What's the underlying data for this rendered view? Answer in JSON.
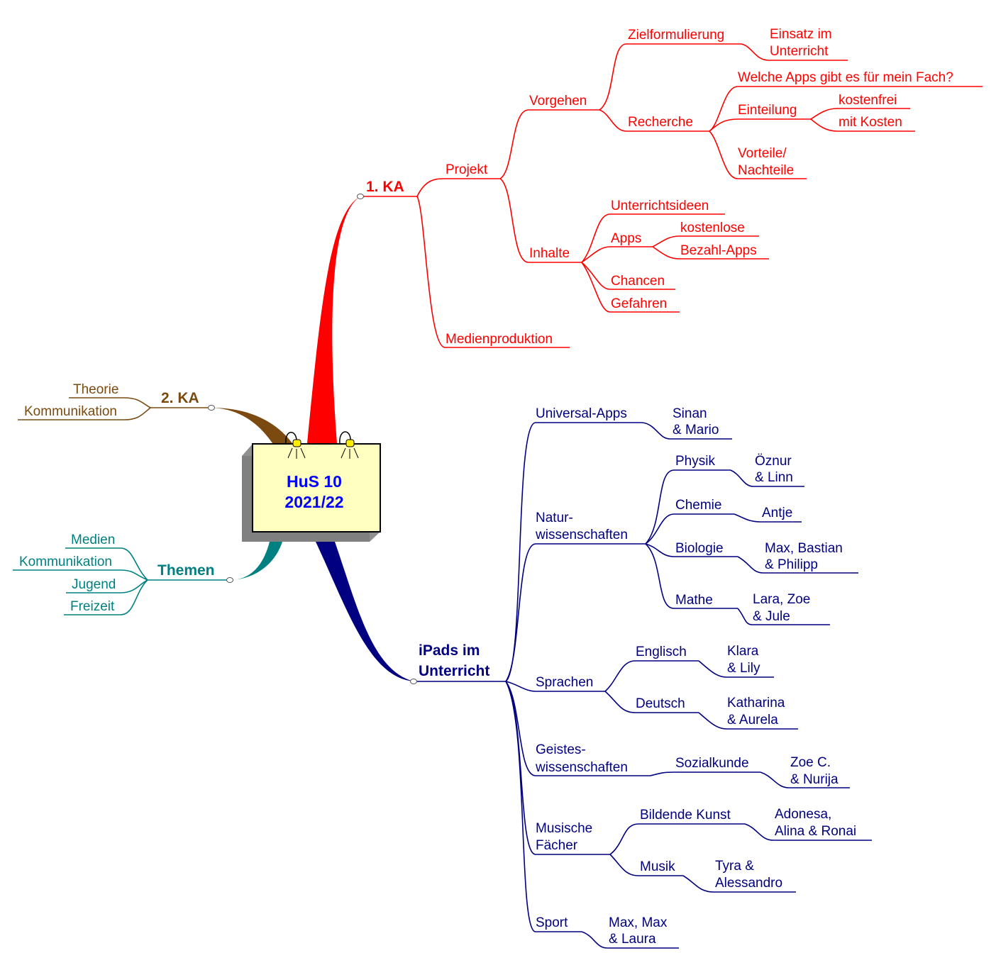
{
  "center": {
    "line1": "HuS 10",
    "line2": "2021/22"
  },
  "colors": {
    "ka1": "#ff0000",
    "ka2": "#7a4a10",
    "themen": "#008080",
    "ipads": "#000080",
    "center_text": "#0000ff",
    "center_fill": "#ffffc0"
  },
  "branches": {
    "ka1": {
      "label": "1. KA",
      "projekt": {
        "label": "Projekt",
        "vorgehen": {
          "label": "Vorgehen",
          "zielformulierung": {
            "label": "Zielformulierung",
            "einsatz": [
              "Einsatz im",
              "Unterricht"
            ]
          },
          "recherche": {
            "label": "Recherche",
            "apps_frage": "Welche Apps gibt es für mein Fach?",
            "einteilung": {
              "label": "Einteilung",
              "kostenfrei": "kostenfrei",
              "mit_kosten": "mit Kosten"
            },
            "vorteile": [
              "Vorteile/",
              "Nachteile"
            ]
          }
        },
        "inhalte": {
          "label": "Inhalte",
          "unterrichtsideen": "Unterrichtsideen",
          "apps": {
            "label": "Apps",
            "kostenlose": "kostenlose",
            "bezahl": "Bezahl-Apps"
          },
          "chancen": "Chancen",
          "gefahren": "Gefahren"
        }
      },
      "medienproduktion": "Medienproduktion"
    },
    "ka2": {
      "label": "2. KA",
      "theorie": "Theorie",
      "kommunikation": "Kommunikation"
    },
    "themen": {
      "label": "Themen",
      "medien": "Medien",
      "kommunikation": "Kommunikation",
      "jugend": "Jugend",
      "freizeit": "Freizeit"
    },
    "ipads": {
      "label": [
        "iPads im",
        "Unterricht"
      ],
      "universal": {
        "label": "Universal-Apps",
        "names": [
          "Sinan",
          "& Mario"
        ]
      },
      "natur": {
        "label": [
          "Natur-",
          "wissenschaften"
        ],
        "physik": {
          "label": "Physik",
          "names": [
            "Öznur",
            "& Linn"
          ]
        },
        "chemie": {
          "label": "Chemie",
          "names": [
            "Antje"
          ]
        },
        "biologie": {
          "label": "Biologie",
          "names": [
            "Max, Bastian",
            "& Philipp"
          ]
        },
        "mathe": {
          "label": "Mathe",
          "names": [
            "Lara, Zoe",
            "& Jule"
          ]
        }
      },
      "sprachen": {
        "label": "Sprachen",
        "englisch": {
          "label": "Englisch",
          "names": [
            "Klara",
            "& Lily"
          ]
        },
        "deutsch": {
          "label": "Deutsch",
          "names": [
            "Katharina",
            "& Aurela"
          ]
        }
      },
      "geistes": {
        "label": [
          "Geistes-",
          "wissenschaften"
        ],
        "sozialkunde": {
          "label": "Sozialkunde",
          "names": [
            "Zoe C.",
            "& Nurija"
          ]
        }
      },
      "musische": {
        "label": [
          "Musische",
          "Fächer"
        ],
        "bildende": {
          "label": "Bildende Kunst",
          "names": [
            "Adonesa,",
            "Alina & Ronai"
          ]
        },
        "musik": {
          "label": "Musik",
          "names": [
            "Tyra &",
            "Alessandro"
          ]
        }
      },
      "sport": {
        "label": "Sport",
        "names": [
          "Max, Max",
          "& Laura"
        ]
      }
    }
  }
}
